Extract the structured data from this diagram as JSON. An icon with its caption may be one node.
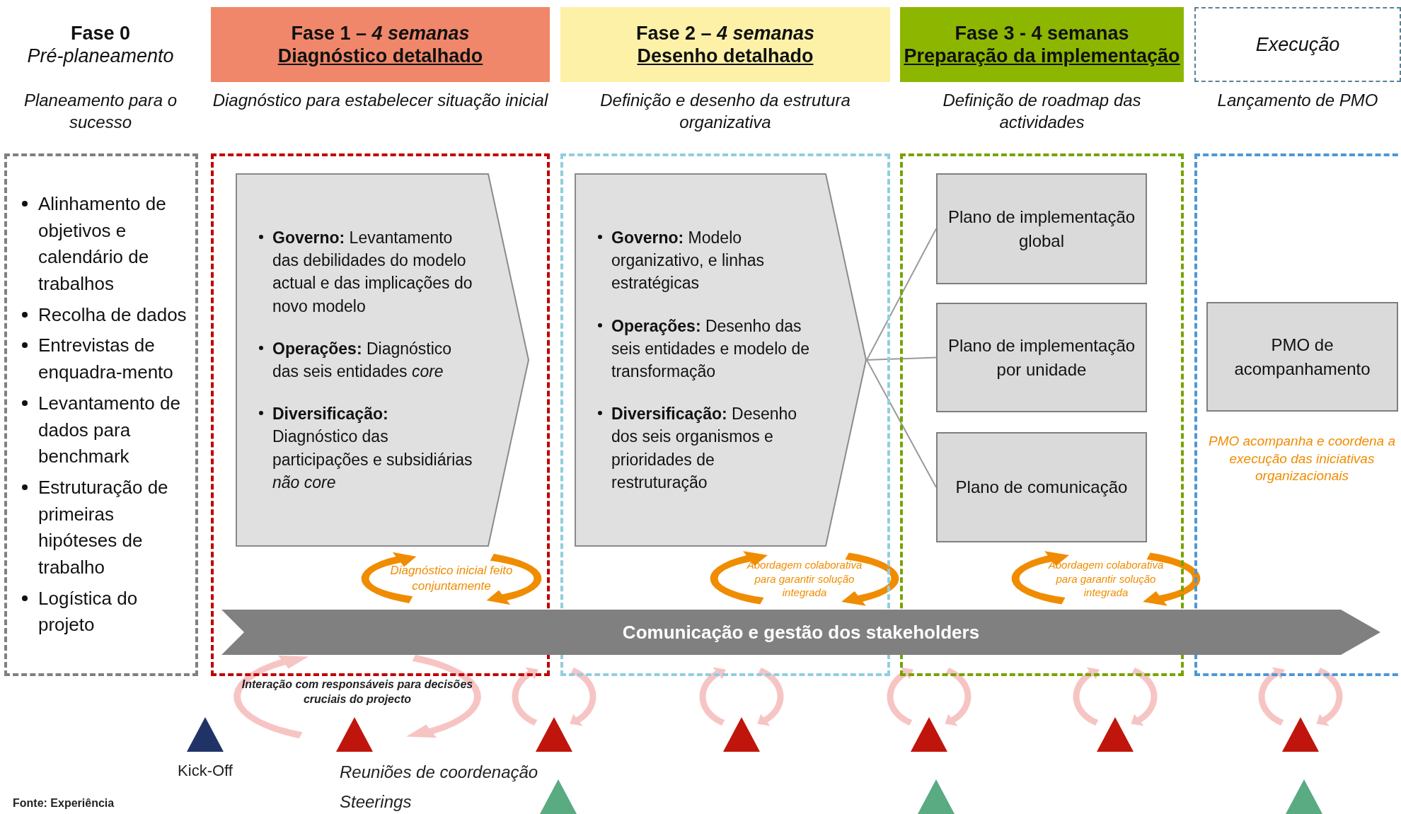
{
  "diagram": {
    "nodes": [
      {
        "text": [
          "Fase 0",
          "Pré-planeamento"
        ]
      },
      {
        "text": [
          "Fase 1 – *4 semanas*",
          "Diagnóstico detalhado"
        ]
      },
      {
        "text": [
          "Fase 2 – *4 semanas*",
          "Desenho detalhado"
        ]
      },
      {
        "text": [
          "Fase 3 - 4 semanas",
          "Preparação da implementação"
        ]
      },
      {
        "text": [
          "Execução"
        ]
      },
      {
        "text": [
          "Alinhamento de objetivos e calendário de trabalhos",
          "Recolha de dados",
          "Entrevistas de enquadra-mento",
          "Levantamento de dados para benchmark",
          "Estruturação de primeiras hipóteses de trabalho",
          "Logística do projeto"
        ]
      },
      {
        "text": [],
        "shape": "box"
      },
      {
        "text": [
          "**Governo:** Levantamento das debilidades do modelo actual e das implicações do novo modelo",
          "**Operações:** Diagnóstico das seis entidades *core*",
          "**Diversificação:** Diagnóstico das participações e subsidiárias *não core*"
        ],
        "in": 6
      },
      {
        "text": [],
        "shape": "box"
      },
      {
        "text": [
          "**Governo:** Modelo organizativo, e linhas estratégicas",
          "**Operações:** Desenho das seis entidades e modelo de transformação",
          "**Diversificação:** Desenho dos seis organismos e prioridades de restruturação"
        ],
        "in": 8
      },
      {
        "text": [],
        "shape": "box"
      },
      {
        "text": [
          "Plano de implementação global"
        ],
        "in": 10
      },
      {
        "text": [
          "Plano de implementação por unidade"
        ],
        "in": 10
      },
      {
        "text": [
          "Plano de comunicação"
        ],
        "in": 10
      },
      {
        "text": [],
        "shape": "box"
      },
      {
        "text": [
          "PMO de acompanhamento"
        ],
        "in": 14
      },
      {
        "text": [
          "Comunicação e gestão dos stakeholders"
        ]
      }
    ],
    "edges": [
      {
        "from": 9,
        "to": 11,
        "arrow": "none"
      },
      {
        "from": 9,
        "to": 12,
        "arrow": "none"
      },
      {
        "from": 9,
        "to": 13,
        "arrow": "none"
      }
    ],
    "labels": [
      "Planeamento para o sucesso",
      "Diagnóstico para estabelecer situação inicial",
      "Definição e desenho da estrutura organizativa",
      "Definição de roadmap das actividades",
      "Lançamento de PMO",
      "Diagnóstico inicial feito conjuntamente",
      "Abordagem colaborativa para garantir solução integrada",
      "Abordagem colaborativa para garantir solução integrada",
      "PMO acompanha e coordena a execução das iniciativas organizacionais",
      "Interação com responsáveis para decisões cruciais do projecto",
      "Fonte: Experiência"
    ],
    "legend": [
      {
        "text": "Kick-Off"
      },
      {
        "text": "Reuniões de coordenação"
      },
      {
        "text": "Steerings"
      }
    ]
  }
}
